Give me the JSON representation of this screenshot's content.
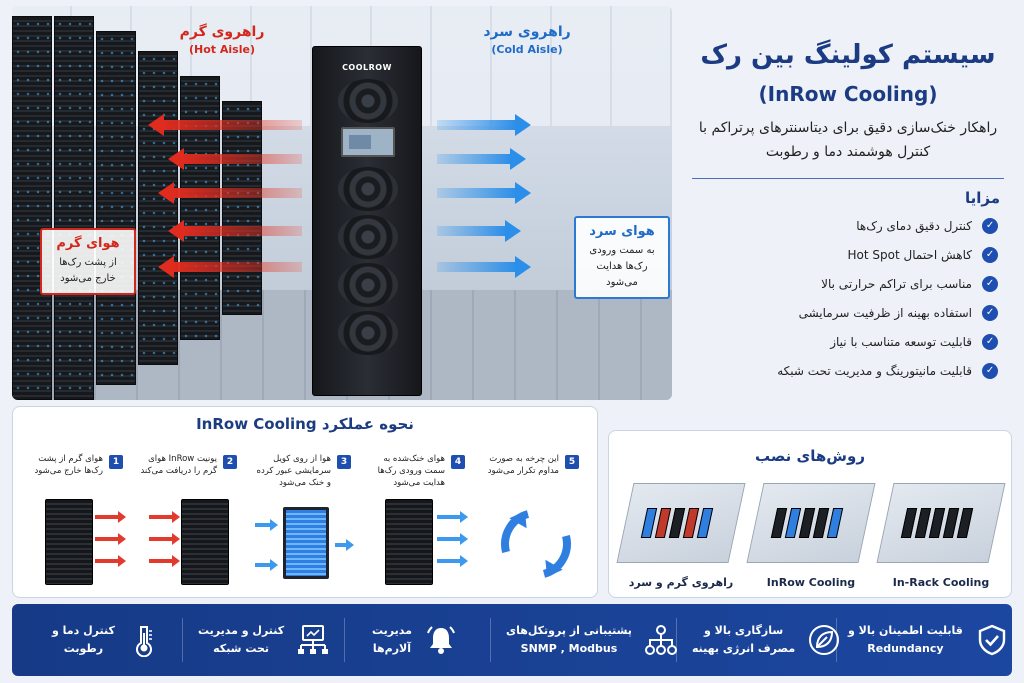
{
  "hero": {
    "unit_brand": "COOLROW",
    "hot_aisle": {
      "fa": "راهروی گرم",
      "en": "(Hot Aisle)"
    },
    "cold_aisle": {
      "fa": "راهروی سرد",
      "en": "(Cold Aisle)"
    },
    "hot_callout": {
      "title": "هوای گرم",
      "lines": [
        "از پشت رک‌ها",
        "خارج می‌شود"
      ]
    },
    "cold_callout": {
      "title": "هوای سرد",
      "lines": [
        "به سمت ورودی",
        "رک‌ها هدایت می‌شود"
      ]
    }
  },
  "panel": {
    "title": "سیستم کولینگ بین رک",
    "title_en": "(InRow Cooling)",
    "subtitle": "راهکار خنک‌سازی دقیق برای دیتاسنترهای پرتراکم با کنترل هوشمند دما و رطوبت",
    "features_title": "مزایا",
    "features": [
      "کنترل دقیق دمای رک‌ها",
      "کاهش احتمال Hot Spot",
      "مناسب برای تراکم حرارتی بالا",
      "استفاده بهینه از ظرفیت سرمایشی",
      "قابلیت توسعه متناسب با نیاز",
      "قابلیت مانیتورینگ و مدیریت تحت شبکه"
    ]
  },
  "how": {
    "title": "نحوه عملکرد InRow Cooling",
    "steps": [
      {
        "num": "1",
        "text": "هوای گرم از پشت رک‌ها خارج می‌شود"
      },
      {
        "num": "2",
        "text": "یونیت InRow هوای گرم را دریافت می‌کند"
      },
      {
        "num": "3",
        "text": "هوا از روی کویل سرمایشی عبور کرده و خنک می‌شود"
      },
      {
        "num": "4",
        "text": "هوای خنک‌شده به سمت ورودی رک‌ها هدایت می‌شود"
      },
      {
        "num": "5",
        "text": "این چرخه به صورت مداوم تکرار می‌شود"
      }
    ]
  },
  "install": {
    "title": "روش‌های نصب",
    "methods": [
      {
        "label": "In-Rack Cooling"
      },
      {
        "label": "InRow Cooling"
      },
      {
        "label": "راهروی گرم و سرد"
      }
    ]
  },
  "bar": {
    "items": [
      {
        "icon": "shield-check-icon",
        "lines": [
          "قابلیت اطمینان بالا و",
          "Redundancy"
        ]
      },
      {
        "icon": "leaf-icon",
        "lines": [
          "سازگاری بالا و",
          "مصرف انرژی بهینه"
        ]
      },
      {
        "icon": "network-icon",
        "lines": [
          "پشتیبانی از پروتکل‌های",
          "SNMP , Modbus"
        ]
      },
      {
        "icon": "bell-icon",
        "lines": [
          "مدیریت",
          "آلارم‌ها"
        ]
      },
      {
        "icon": "monitor-network-icon",
        "lines": [
          "کنترل و مدیریت",
          "تحت شبکه"
        ]
      },
      {
        "icon": "thermometer-icon",
        "lines": [
          "کنترل دما و",
          "رطوبت"
        ]
      }
    ]
  },
  "colors": {
    "brand_blue": "#1b3b82",
    "hot_red": "#d4271c",
    "cold_blue": "#2b8ee8",
    "bar_blue": "#163a86"
  }
}
